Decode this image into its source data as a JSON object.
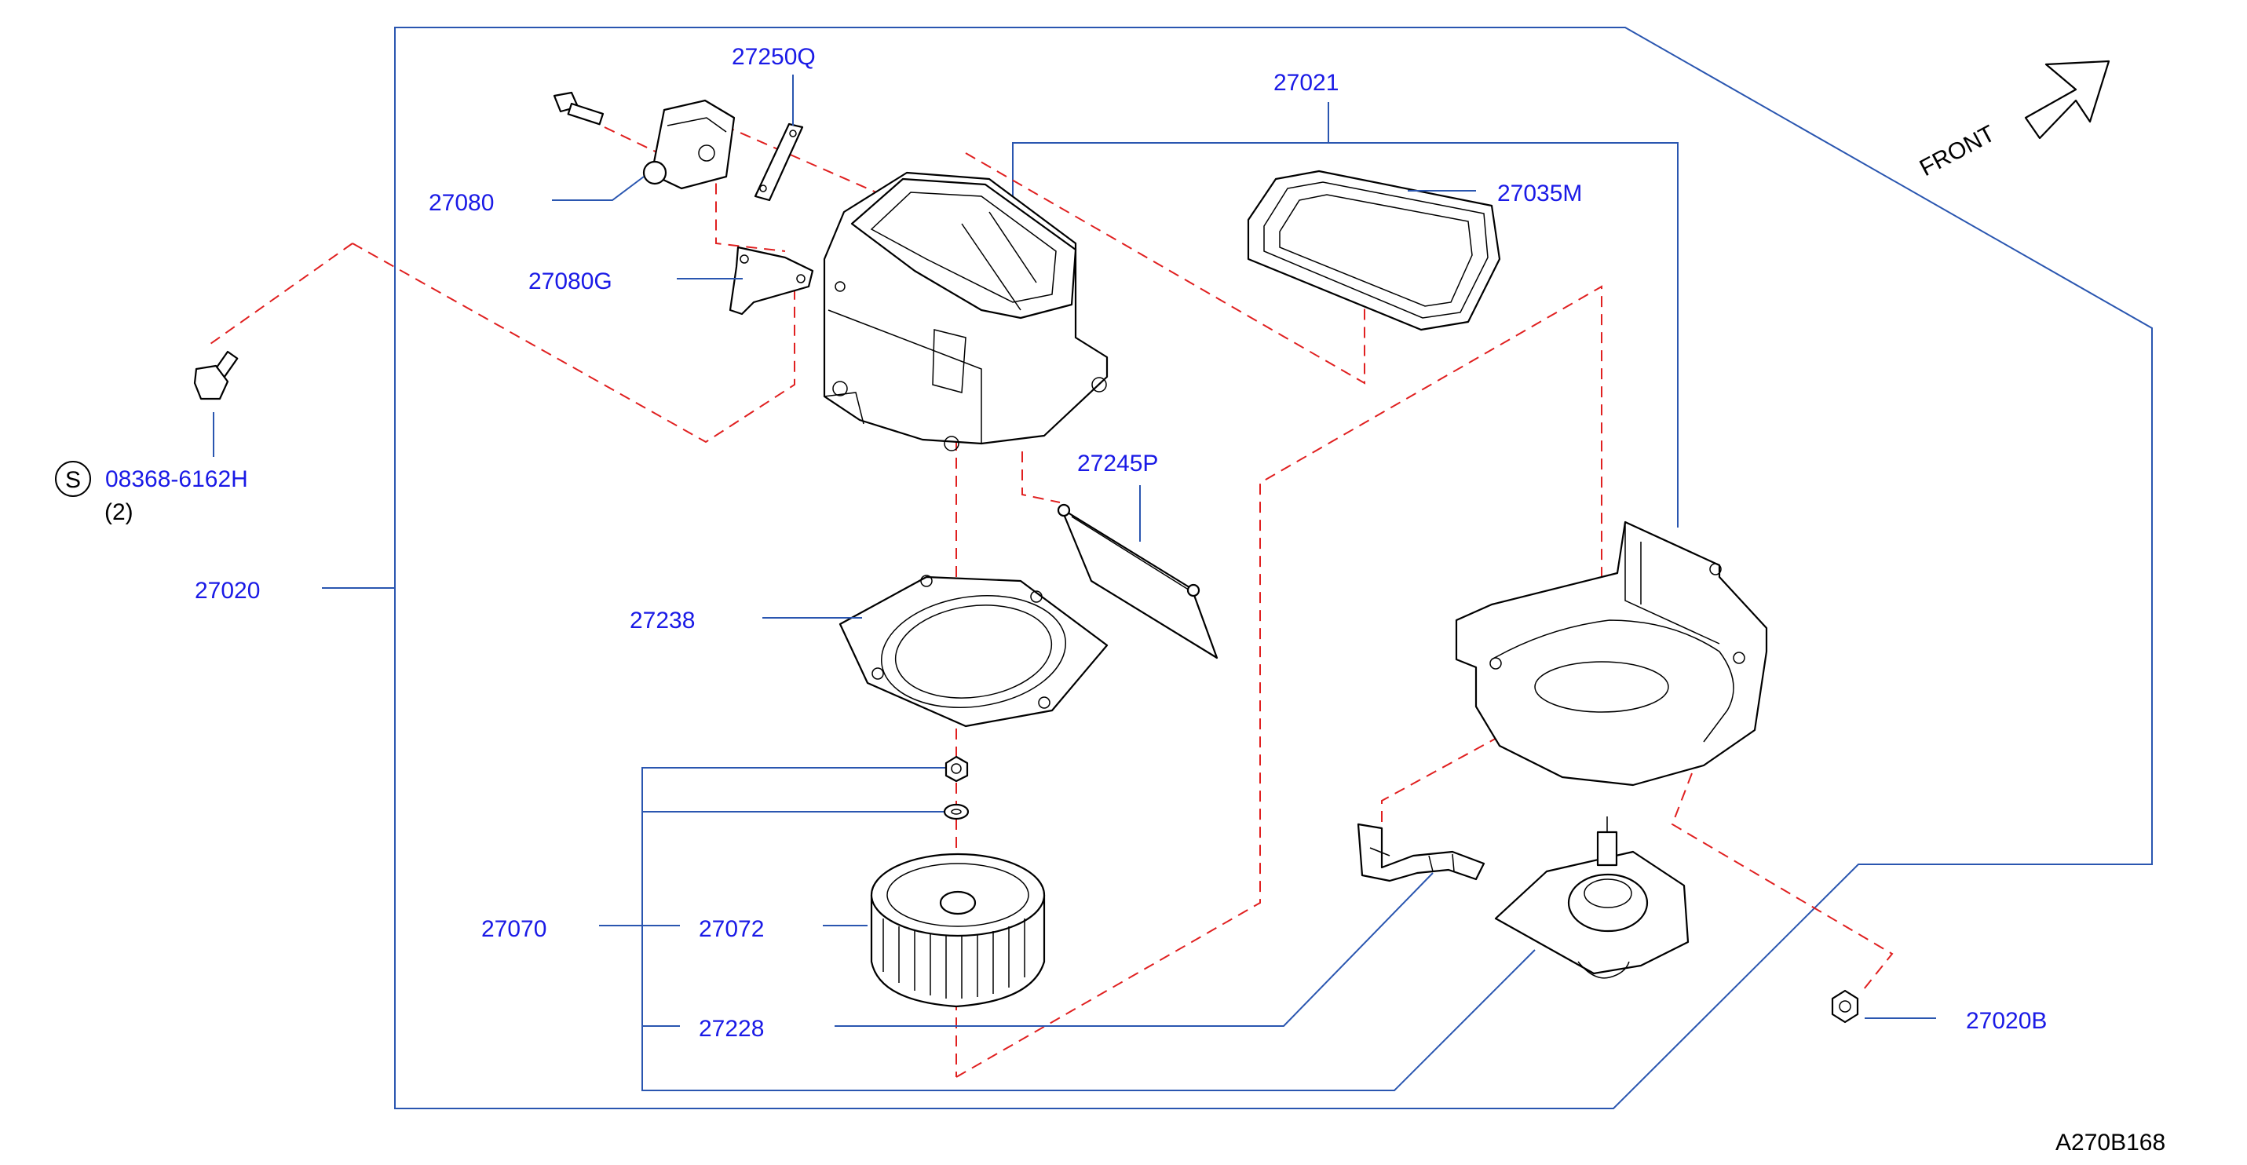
{
  "labels": {
    "p27250q": "27250Q",
    "p27021": "27021",
    "p27080": "27080",
    "p27035m": "27035M",
    "p27080g": "27080G",
    "screw_code": "08368-6162H",
    "screw_qty": "(2)",
    "screw_prefix": "S",
    "p27020": "27020",
    "p27245p": "27245P",
    "p27238": "27238",
    "p27070": "27070",
    "p27072": "27072",
    "p27228": "27228",
    "p27020b": "27020B",
    "front": "FRONT",
    "diagram_code": "A270B168"
  },
  "colors": {
    "label_text": "#1a1ae6",
    "leader_line": "#2a56b0",
    "dashed_line": "#e02020",
    "part_outline": "#000000"
  }
}
